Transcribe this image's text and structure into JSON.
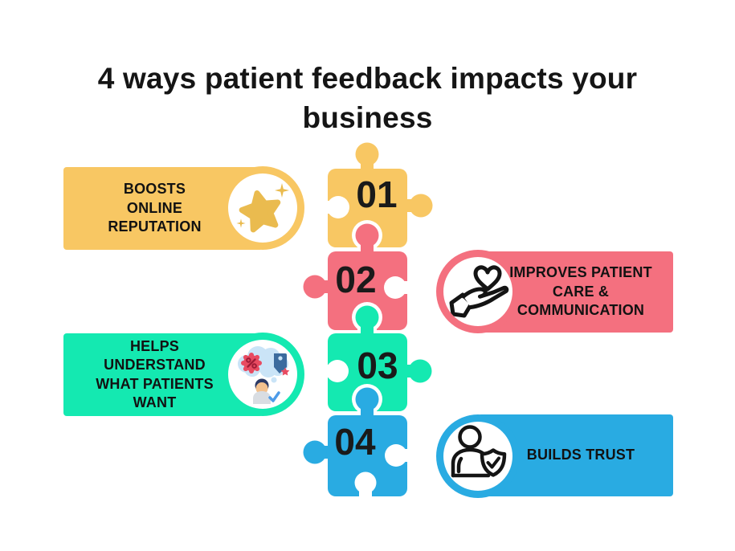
{
  "title": "4 ways patient feedback impacts your business",
  "steps": [
    {
      "number": "01",
      "label": "BOOSTS\nONLINE\nREPUTATION",
      "color": "#F8C763",
      "icon": "star-sparkles-icon",
      "side": "left"
    },
    {
      "number": "02",
      "label": "IMPROVES PATIENT\nCARE &\nCOMMUNICATION",
      "color": "#F4707F",
      "icon": "hand-heart-icon",
      "side": "right"
    },
    {
      "number": "03",
      "label": "HELPS\nUNDERSTAND\nWHAT PATIENTS\nWANT",
      "color": "#14E9B1",
      "icon": "thought-cloud-patient-icon",
      "side": "left"
    },
    {
      "number": "04",
      "label": "BUILDS TRUST",
      "color": "#29ABE2",
      "icon": "person-shield-check-icon",
      "side": "right"
    }
  ],
  "palette": {
    "background": "#FFFFFF",
    "text": "#151515",
    "star_gold": "#EABB4F",
    "cloud_blue": "#CAE4F7",
    "badge_red": "#E84B61",
    "percent_dark_red": "#9E1C37",
    "tag_navy": "#3C6B9E",
    "tag_star_red": "#E84B61",
    "skin_tan": "#F3C18E",
    "hair_navy": "#2C3A66",
    "body_gray": "#D9DDE2",
    "check_blue": "#4D9BE8",
    "outline_black": "#141414"
  }
}
